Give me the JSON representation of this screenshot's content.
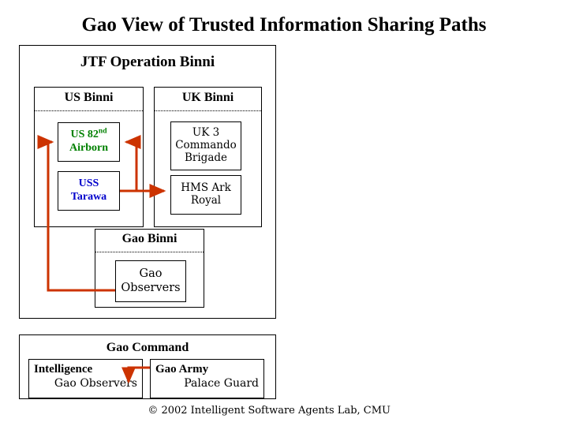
{
  "page": {
    "title": "Gao View of Trusted Information Sharing Paths",
    "copyright": "© 2002 Intelligent Software Agents Lab, CMU",
    "arrow_color": "#CC3300"
  },
  "jtf": {
    "label": "JTF Operation Binni",
    "us_binni": {
      "label": "US Binni",
      "units": [
        {
          "name": "US 82nd Airborn",
          "line1_pre": "US 82",
          "line1_sup": "nd",
          "line2": "Airborn",
          "color": "#008000"
        },
        {
          "name": "USS Tarawa",
          "line1": "USS",
          "line2": "Tarawa",
          "color": "#0000CC"
        }
      ]
    },
    "uk_binni": {
      "label": "UK Binni",
      "units": [
        {
          "name": "UK 3 Commando Brigade",
          "line1": "UK 3",
          "line2": "Commando",
          "line3": "Brigade",
          "color": "#000000"
        },
        {
          "name": "HMS Ark Royal",
          "line1": "HMS Ark",
          "line2": "Royal",
          "color": "#000000"
        }
      ]
    },
    "gao_binni": {
      "label": "Gao Binni",
      "units": [
        {
          "name": "Gao Observers",
          "line1": "Gao",
          "line2": "Observers",
          "color": "#000000"
        }
      ]
    }
  },
  "gao_command": {
    "label": "Gao Command",
    "units": [
      {
        "title": "Intelligence",
        "sub": "Gao Observers"
      },
      {
        "title": "Gao Army",
        "sub": "Palace Guard"
      }
    ]
  },
  "arrows": [
    {
      "from": "USS Tarawa",
      "to": "HMS Ark Royal"
    },
    {
      "from": "USS Tarawa",
      "to": "US 82nd Airborn"
    },
    {
      "from": "Gao Observers",
      "to": "US 82nd Airborn"
    },
    {
      "from": "Gao Army",
      "to": "Intelligence Gao Observers"
    }
  ]
}
